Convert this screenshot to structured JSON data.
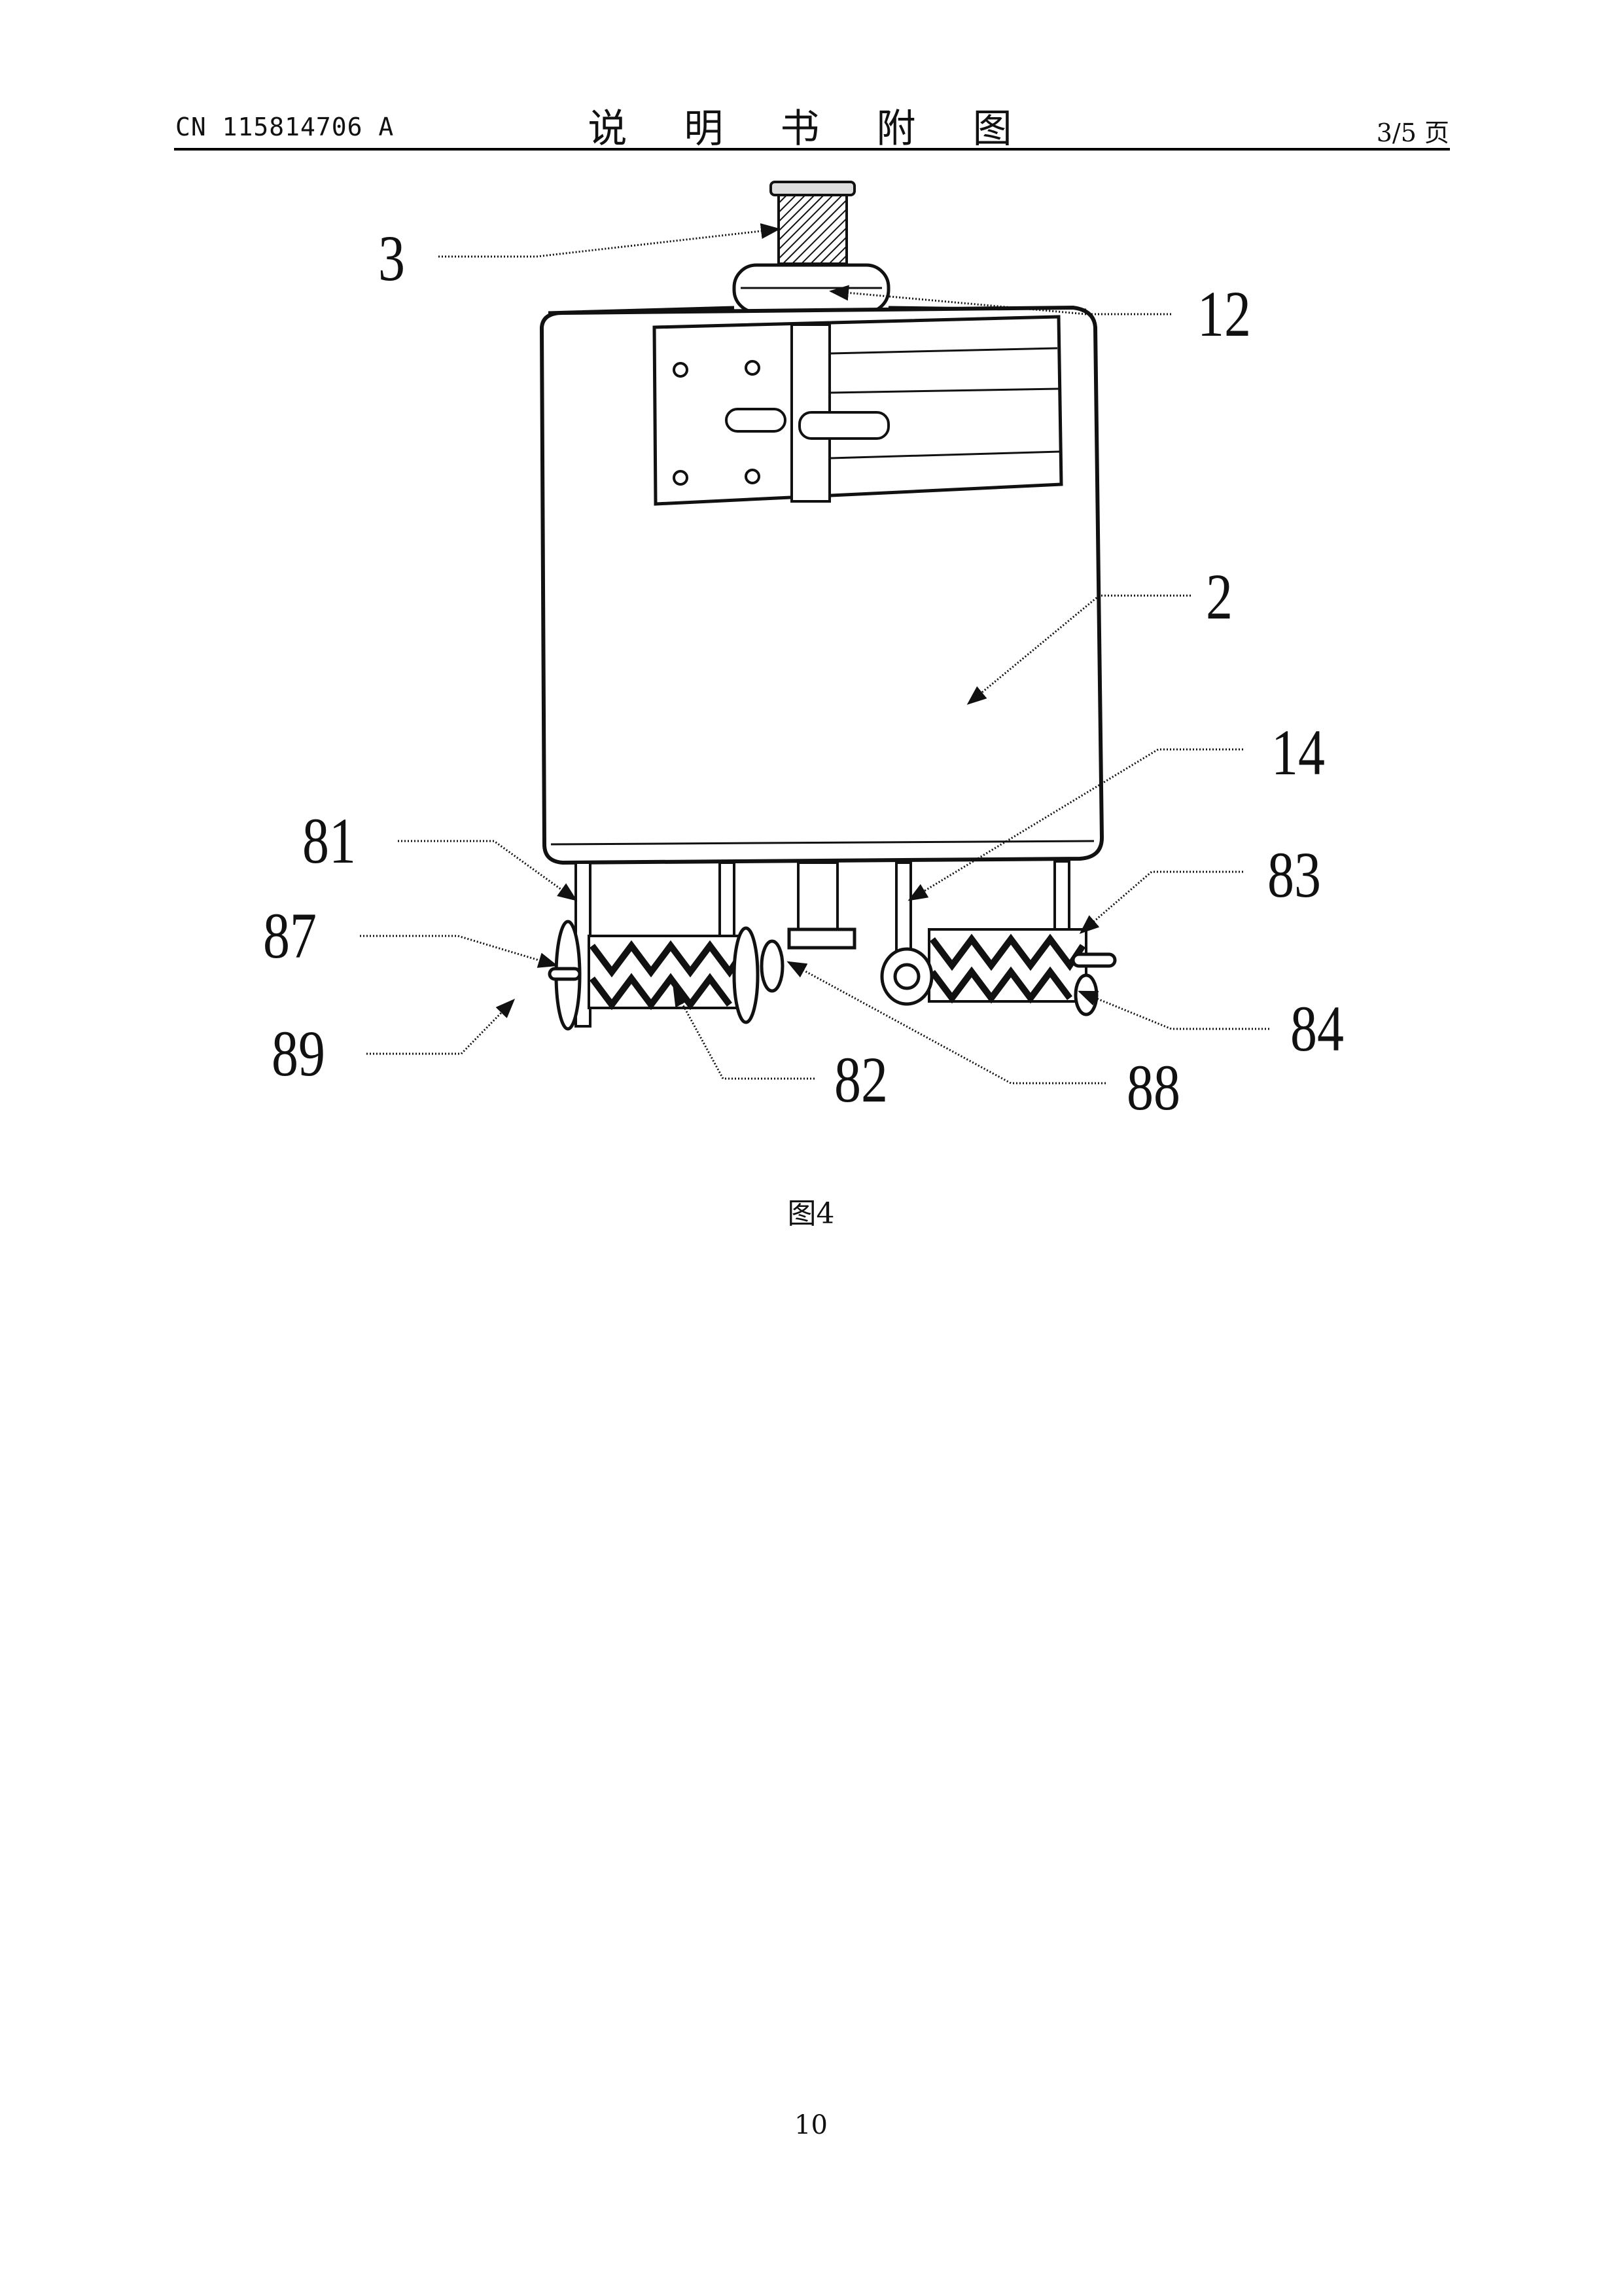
{
  "header": {
    "pub_number": "CN 115814706 A",
    "title": "说 明 书 附 图",
    "page_of": "3/5 页"
  },
  "figure": {
    "refs": {
      "r3": "3",
      "r12": "12",
      "r2": "2",
      "r14": "14",
      "r81": "81",
      "r83": "83",
      "r87": "87",
      "r84": "84",
      "r89": "89",
      "r82": "82",
      "r88": "88"
    },
    "caption": "图4"
  },
  "footer": {
    "page_number": "10"
  }
}
